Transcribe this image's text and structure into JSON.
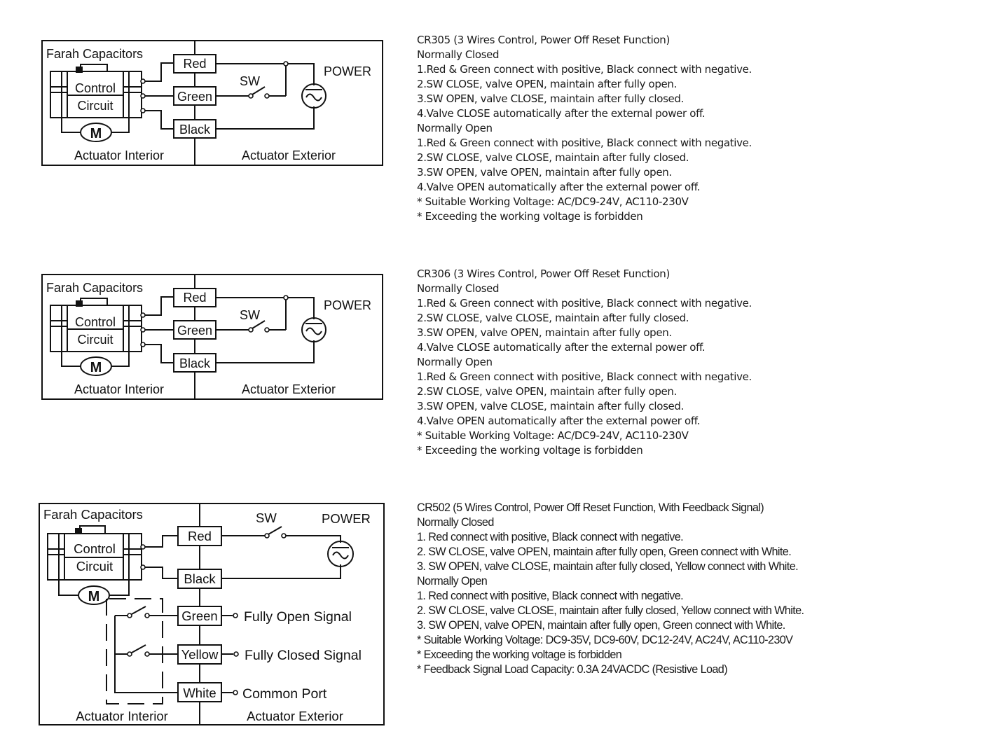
{
  "diagrams": [
    {
      "id": "cr305",
      "labels": {
        "capacitor": "Farah Capacitors",
        "control": "Control",
        "circuit": "Circuit",
        "motor": "M",
        "wire_red": "Red",
        "wire_green": "Green",
        "wire_black": "Black",
        "switch": "SW",
        "power": "POWER",
        "interior": "Actuator Interior",
        "exterior": "Actuator Exterior"
      }
    },
    {
      "id": "cr306",
      "labels": {
        "capacitor": "Farah Capacitors",
        "control": "Control",
        "circuit": "Circuit",
        "motor": "M",
        "wire_red": "Red",
        "wire_green": "Green",
        "wire_black": "Black",
        "switch": "SW",
        "power": "POWER",
        "interior": "Actuator Interior",
        "exterior": "Actuator Exterior"
      }
    },
    {
      "id": "cr502",
      "labels": {
        "capacitor": "Farah Capacitors",
        "control": "Control",
        "circuit": "Circuit",
        "motor": "M",
        "wire_red": "Red",
        "wire_black": "Black",
        "wire_green": "Green",
        "wire_yellow": "Yellow",
        "wire_white": "White",
        "switch": "SW",
        "power": "POWER",
        "signal_open": "Fully Open Signal",
        "signal_closed": "Fully Closed Signal",
        "signal_common": "Common Port",
        "interior": "Actuator Interior",
        "exterior": "Actuator Exterior"
      }
    }
  ],
  "descriptions": [
    {
      "lines": [
        "CR305 (3 Wires Control, Power Off Reset Function)",
        "Normally Closed",
        "1.Red & Green connect with positive, Black connect with negative.",
        "2.SW CLOSE, valve OPEN, maintain after fully open.",
        "3.SW OPEN, valve CLOSE, maintain after fully closed.",
        "4.Valve CLOSE automatically after the external power off.",
        "Normally Open",
        "1.Red & Green connect with positive, Black connect with negative.",
        "2.SW CLOSE, valve CLOSE, maintain after fully closed.",
        "3.SW OPEN, valve OPEN, maintain after fully open.",
        "4.Valve OPEN automatically after the external power off.",
        "* Suitable Working Voltage: AC/DC9-24V, AC110-230V",
        "* Exceeding the working voltage is forbidden"
      ]
    },
    {
      "lines": [
        "CR306 (3 Wires Control, Power Off Reset Function)",
        "Normally Closed",
        "1.Red & Green connect with positive, Black connect with negative.",
        "2.SW CLOSE, valve CLOSE, maintain after fully closed.",
        "3.SW OPEN, valve OPEN, maintain after fully open.",
        "4.Valve CLOSE automatically after the external power off.",
        "Normally Open",
        "1.Red & Green connect with positive, Black connect with negative.",
        "2.SW CLOSE, valve OPEN, maintain after fully open.",
        "3.SW OPEN, valve CLOSE, maintain after fully closed.",
        "4.Valve OPEN automatically after the external power off.",
        "* Suitable Working Voltage: AC/DC9-24V, AC110-230V",
        "* Exceeding the working voltage is forbidden"
      ]
    },
    {
      "lines": [
        "CR502 (5 Wires Control, Power Off Reset Function, With Feedback Signal)",
        "Normally Closed",
        "1. Red connect with positive, Black connect with negative.",
        "2. SW CLOSE, valve OPEN, maintain after fully open, Green connect with White.",
        "3. SW OPEN, valve CLOSE, maintain after fully closed, Yellow connect with White.",
        "Normally Open",
        "1. Red connect with positive, Black connect with negative.",
        "2. SW CLOSE, valve CLOSE, maintain after fully closed, Yellow connect with White.",
        "3. SW OPEN, valve OPEN, maintain after fully open, Green connect with White.",
        "* Suitable Working Voltage: DC9-35V, DC9-60V, DC12-24V, AC24V, AC110-230V",
        "* Exceeding the working voltage is forbidden",
        "* Feedback Signal Load Capacity: 0.3A 24VACDC (Resistive Load)"
      ]
    }
  ]
}
